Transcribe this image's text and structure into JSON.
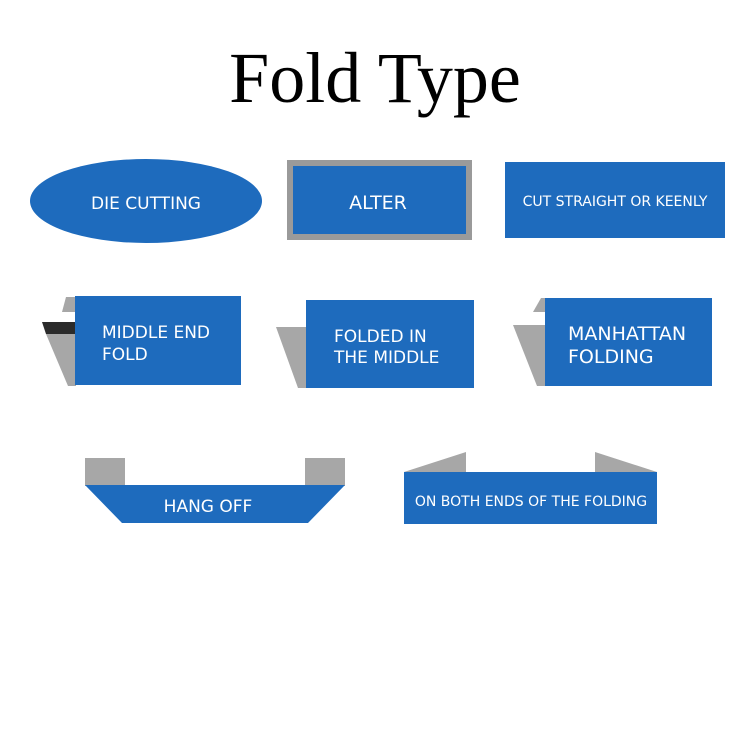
{
  "title": "Fold Type",
  "colors": {
    "blue": "#1e6bbd",
    "gray": "#a7a7a7",
    "dark": "#2b2b2b",
    "frame": "#9a9a9a"
  },
  "items": {
    "die_cutting": "DIE CUTTING",
    "alter": "ALTER",
    "cut_straight": "CUT STRAIGHT OR KEENLY",
    "middle_end_fold": [
      "MIDDLE END",
      "FOLD"
    ],
    "folded_middle": [
      "FOLDED IN",
      "THE MIDDLE"
    ],
    "manhattan": [
      "MANHATTAN",
      "FOLDING"
    ],
    "hang_off": "HANG OFF",
    "both_ends": "ON BOTH ENDS OF THE FOLDING"
  }
}
